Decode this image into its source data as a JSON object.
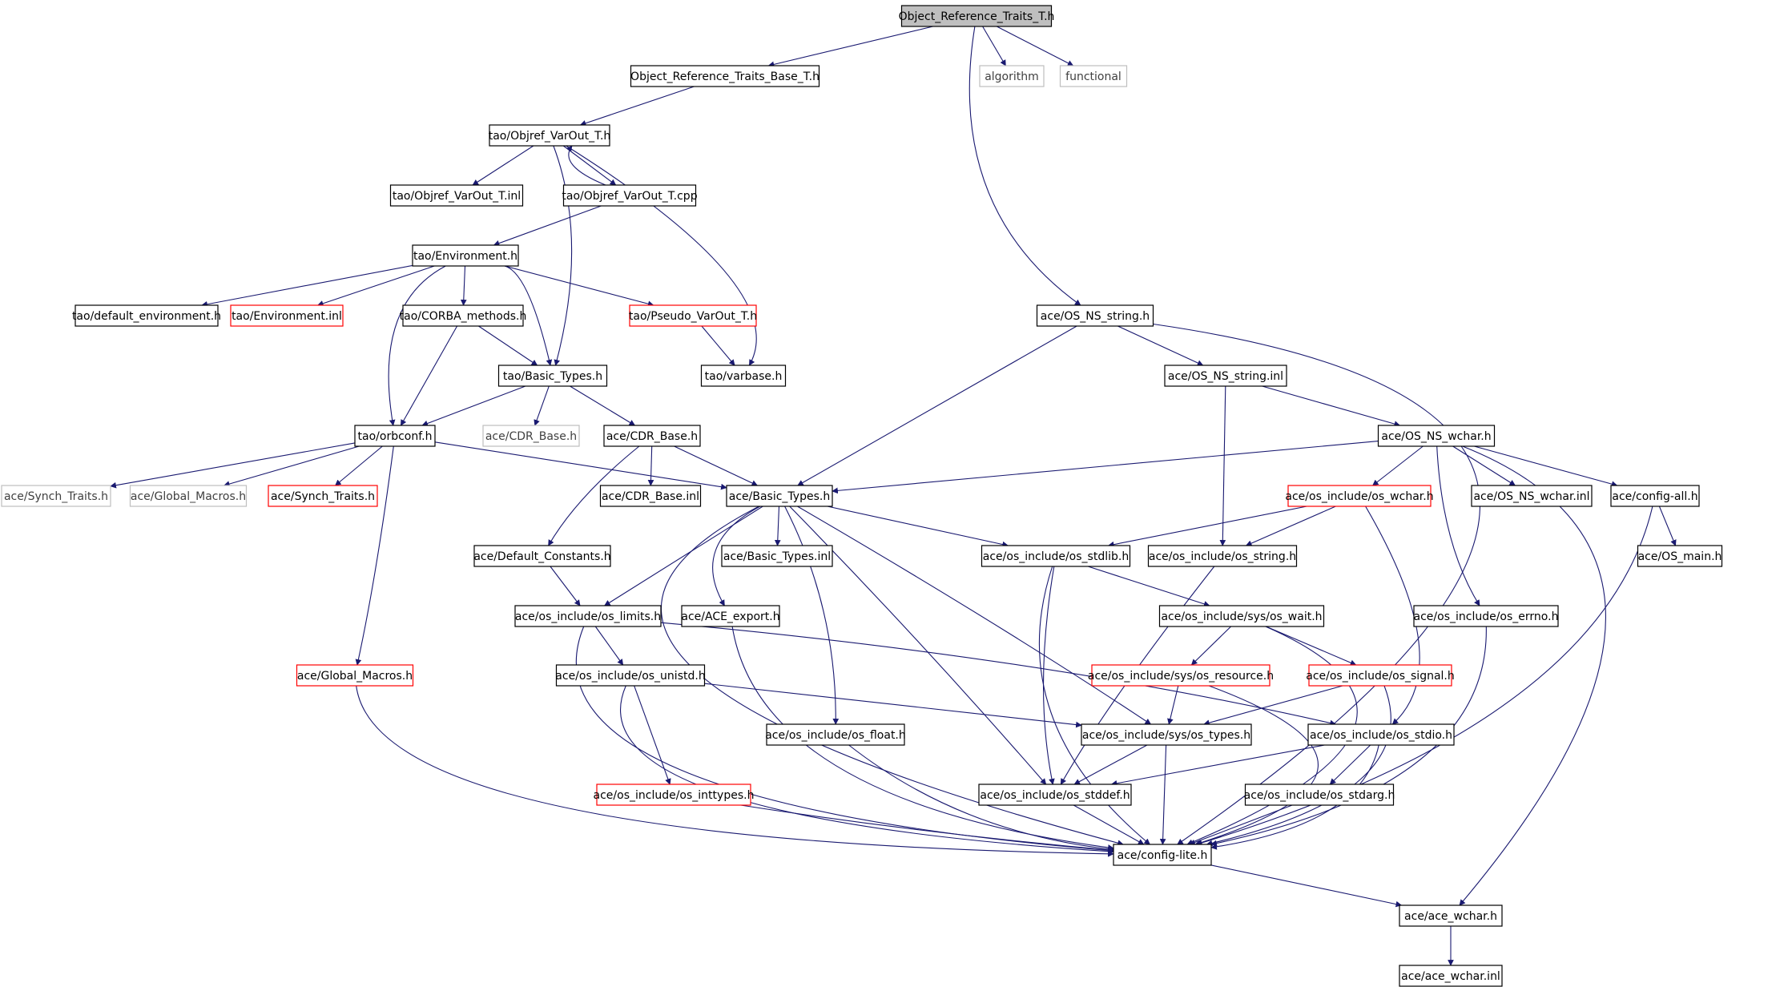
{
  "graph": {
    "nodes": [
      {
        "id": "root",
        "label": "Object_Reference_Traits_T.h",
        "style": "root"
      },
      {
        "id": "obj_base",
        "label": "Object_Reference_Traits_Base_T.h",
        "style": "normal"
      },
      {
        "id": "algorithm",
        "label": "algorithm",
        "style": "external"
      },
      {
        "id": "functional",
        "label": "functional",
        "style": "external"
      },
      {
        "id": "varout_h",
        "label": "tao/Objref_VarOut_T.h",
        "style": "normal"
      },
      {
        "id": "varout_inl",
        "label": "tao/Objref_VarOut_T.inl",
        "style": "normal"
      },
      {
        "id": "varout_cpp",
        "label": "tao/Objref_VarOut_T.cpp",
        "style": "normal"
      },
      {
        "id": "environment_h",
        "label": "tao/Environment.h",
        "style": "normal"
      },
      {
        "id": "default_env",
        "label": "tao/default_environment.h",
        "style": "normal"
      },
      {
        "id": "environment_inl",
        "label": "tao/Environment.inl",
        "style": "truncated"
      },
      {
        "id": "corba_methods",
        "label": "tao/CORBA_methods.h",
        "style": "normal"
      },
      {
        "id": "pseudo_varout",
        "label": "tao/Pseudo_VarOut_T.h",
        "style": "truncated"
      },
      {
        "id": "tao_basic",
        "label": "tao/Basic_Types.h",
        "style": "normal"
      },
      {
        "id": "tao_varbase",
        "label": "tao/varbase.h",
        "style": "normal"
      },
      {
        "id": "orbconf",
        "label": "tao/orbconf.h",
        "style": "normal"
      },
      {
        "id": "cdr_base_h_ext",
        "label": "ace/CDR_Base.h",
        "style": "external"
      },
      {
        "id": "cdr_base_h",
        "label": "ace/CDR_Base.h",
        "style": "normal"
      },
      {
        "id": "synch_traits_ext",
        "label": "ace/Synch_Traits.h",
        "style": "external"
      },
      {
        "id": "global_macros_ext",
        "label": "ace/Global_Macros.h",
        "style": "external"
      },
      {
        "id": "synch_traits",
        "label": "ace/Synch_Traits.h",
        "style": "truncated"
      },
      {
        "id": "cdr_base_inl",
        "label": "ace/CDR_Base.inl",
        "style": "normal"
      },
      {
        "id": "ace_basic",
        "label": "ace/Basic_Types.h",
        "style": "normal"
      },
      {
        "id": "os_ns_string_h",
        "label": "ace/OS_NS_string.h",
        "style": "normal"
      },
      {
        "id": "os_ns_string_inl",
        "label": "ace/OS_NS_string.inl",
        "style": "normal"
      },
      {
        "id": "os_ns_wchar_h",
        "label": "ace/OS_NS_wchar.h",
        "style": "normal"
      },
      {
        "id": "os_wchar_h",
        "label": "ace/os_include/os_wchar.h",
        "style": "truncated"
      },
      {
        "id": "os_ns_wchar_inl",
        "label": "ace/OS_NS_wchar.inl",
        "style": "normal"
      },
      {
        "id": "config_all",
        "label": "ace/config-all.h",
        "style": "normal"
      },
      {
        "id": "os_main",
        "label": "ace/OS_main.h",
        "style": "normal"
      },
      {
        "id": "default_constants",
        "label": "ace/Default_Constants.h",
        "style": "normal"
      },
      {
        "id": "basic_types_inl",
        "label": "ace/Basic_Types.inl",
        "style": "normal"
      },
      {
        "id": "os_stdlib",
        "label": "ace/os_include/os_stdlib.h",
        "style": "normal"
      },
      {
        "id": "os_string",
        "label": "ace/os_include/os_string.h",
        "style": "normal"
      },
      {
        "id": "os_limits",
        "label": "ace/os_include/os_limits.h",
        "style": "normal"
      },
      {
        "id": "ace_export",
        "label": "ace/ACE_export.h",
        "style": "normal"
      },
      {
        "id": "os_wait",
        "label": "ace/os_include/sys/os_wait.h",
        "style": "normal"
      },
      {
        "id": "os_errno",
        "label": "ace/os_include/os_errno.h",
        "style": "normal"
      },
      {
        "id": "global_macros",
        "label": "ace/Global_Macros.h",
        "style": "truncated"
      },
      {
        "id": "os_unistd",
        "label": "ace/os_include/os_unistd.h",
        "style": "normal"
      },
      {
        "id": "os_resource",
        "label": "ace/os_include/sys/os_resource.h",
        "style": "truncated"
      },
      {
        "id": "os_signal",
        "label": "ace/os_include/os_signal.h",
        "style": "truncated"
      },
      {
        "id": "os_float",
        "label": "ace/os_include/os_float.h",
        "style": "normal"
      },
      {
        "id": "os_types",
        "label": "ace/os_include/sys/os_types.h",
        "style": "normal"
      },
      {
        "id": "os_stdio",
        "label": "ace/os_include/os_stdio.h",
        "style": "normal"
      },
      {
        "id": "os_inttypes",
        "label": "ace/os_include/os_inttypes.h",
        "style": "truncated"
      },
      {
        "id": "os_stddef",
        "label": "ace/os_include/os_stddef.h",
        "style": "normal"
      },
      {
        "id": "os_stdarg",
        "label": "ace/os_include/os_stdarg.h",
        "style": "normal"
      },
      {
        "id": "config_lite",
        "label": "ace/config-lite.h",
        "style": "normal"
      },
      {
        "id": "ace_wchar_h",
        "label": "ace/ace_wchar.h",
        "style": "normal"
      },
      {
        "id": "ace_wchar_inl",
        "label": "ace/ace_wchar.inl",
        "style": "normal"
      }
    ],
    "edges": [
      [
        "root",
        "obj_base"
      ],
      [
        "root",
        "algorithm"
      ],
      [
        "root",
        "functional"
      ],
      [
        "root",
        "os_ns_string_h"
      ],
      [
        "obj_base",
        "varout_h"
      ],
      [
        "varout_h",
        "varout_inl"
      ],
      [
        "varout_h",
        "varout_cpp"
      ],
      [
        "varout_cpp",
        "varout_h"
      ],
      [
        "varout_h",
        "tao_basic"
      ],
      [
        "varout_h",
        "tao_varbase"
      ],
      [
        "varout_cpp",
        "environment_h"
      ],
      [
        "environment_h",
        "default_env"
      ],
      [
        "environment_h",
        "environment_inl"
      ],
      [
        "environment_h",
        "corba_methods"
      ],
      [
        "environment_h",
        "pseudo_varout"
      ],
      [
        "environment_h",
        "tao_basic"
      ],
      [
        "environment_h",
        "orbconf"
      ],
      [
        "corba_methods",
        "tao_basic"
      ],
      [
        "corba_methods",
        "orbconf"
      ],
      [
        "pseudo_varout",
        "tao_varbase"
      ],
      [
        "tao_basic",
        "orbconf"
      ],
      [
        "tao_basic",
        "cdr_base_h_ext"
      ],
      [
        "tao_basic",
        "cdr_base_h"
      ],
      [
        "orbconf",
        "synch_traits_ext"
      ],
      [
        "orbconf",
        "global_macros_ext"
      ],
      [
        "orbconf",
        "synch_traits"
      ],
      [
        "orbconf",
        "ace_basic"
      ],
      [
        "orbconf",
        "global_macros"
      ],
      [
        "cdr_base_h",
        "cdr_base_inl"
      ],
      [
        "cdr_base_h",
        "ace_basic"
      ],
      [
        "cdr_base_h",
        "default_constants"
      ],
      [
        "os_ns_string_h",
        "ace_basic"
      ],
      [
        "os_ns_string_h",
        "os_ns_string_inl"
      ],
      [
        "os_ns_string_h",
        "config_lite"
      ],
      [
        "os_ns_string_inl",
        "os_ns_wchar_h"
      ],
      [
        "os_ns_string_inl",
        "os_string"
      ],
      [
        "os_ns_wchar_h",
        "ace_basic"
      ],
      [
        "os_ns_wchar_h",
        "os_wchar_h"
      ],
      [
        "os_ns_wchar_h",
        "os_ns_wchar_inl"
      ],
      [
        "os_ns_wchar_h",
        "config_all"
      ],
      [
        "os_ns_wchar_h",
        "os_errno"
      ],
      [
        "os_ns_wchar_h",
        "ace_wchar_h"
      ],
      [
        "config_all",
        "os_main"
      ],
      [
        "config_all",
        "config_lite"
      ],
      [
        "os_wchar_h",
        "os_stdlib"
      ],
      [
        "os_wchar_h",
        "os_string"
      ],
      [
        "os_wchar_h",
        "os_stdio"
      ],
      [
        "ace_basic",
        "basic_types_inl"
      ],
      [
        "ace_basic",
        "os_limits"
      ],
      [
        "ace_basic",
        "ace_export"
      ],
      [
        "ace_basic",
        "os_stdlib"
      ],
      [
        "ace_basic",
        "os_float"
      ],
      [
        "ace_basic",
        "os_types"
      ],
      [
        "ace_basic",
        "os_stddef"
      ],
      [
        "ace_basic",
        "config_lite"
      ],
      [
        "default_constants",
        "os_limits"
      ],
      [
        "os_limits",
        "os_unistd"
      ],
      [
        "os_limits",
        "os_stdio"
      ],
      [
        "os_limits",
        "config_lite"
      ],
      [
        "ace_export",
        "config_lite"
      ],
      [
        "os_stdlib",
        "os_wait"
      ],
      [
        "os_stdlib",
        "os_stddef"
      ],
      [
        "os_stdlib",
        "config_lite"
      ],
      [
        "os_string",
        "os_stddef"
      ],
      [
        "os_wait",
        "os_resource"
      ],
      [
        "os_wait",
        "os_signal"
      ],
      [
        "os_wait",
        "config_lite"
      ],
      [
        "os_resource",
        "os_types"
      ],
      [
        "os_resource",
        "config_lite"
      ],
      [
        "os_signal",
        "os_types"
      ],
      [
        "os_signal",
        "config_lite"
      ],
      [
        "os_errno",
        "config_lite"
      ],
      [
        "os_unistd",
        "os_types"
      ],
      [
        "os_unistd",
        "os_inttypes"
      ],
      [
        "os_unistd",
        "config_lite"
      ],
      [
        "os_types",
        "os_stddef"
      ],
      [
        "os_types",
        "config_lite"
      ],
      [
        "os_stdio",
        "os_stddef"
      ],
      [
        "os_stdio",
        "os_stdarg"
      ],
      [
        "os_stdio",
        "config_lite"
      ],
      [
        "os_inttypes",
        "config_lite"
      ],
      [
        "os_float",
        "config_lite"
      ],
      [
        "os_stddef",
        "config_lite"
      ],
      [
        "os_stdarg",
        "config_lite"
      ],
      [
        "global_macros",
        "config_lite"
      ],
      [
        "config_lite",
        "ace_wchar_h"
      ],
      [
        "ace_wchar_h",
        "ace_wchar_inl"
      ]
    ]
  },
  "colors": {
    "edge": "#191970",
    "node_border": "#000000",
    "truncated_border": "#ff0000",
    "external_border": "#bfbfbf",
    "external_text": "#404040",
    "root_fill": "#bfbfbf",
    "text": "#000000"
  }
}
